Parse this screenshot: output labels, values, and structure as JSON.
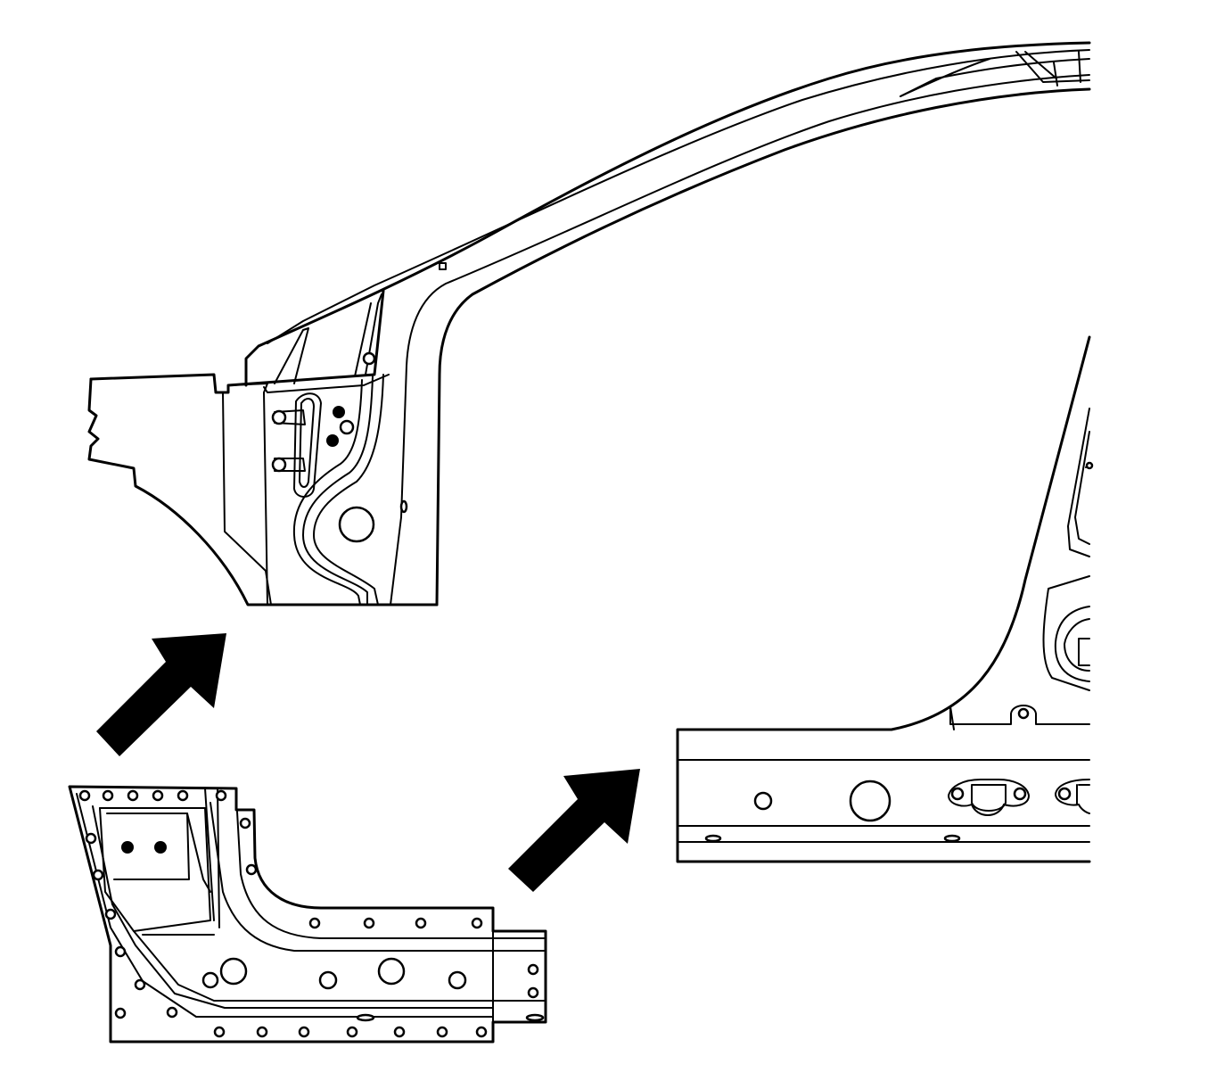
{
  "diagram": {
    "description_elements": [
      "upper-pillar-panel",
      "rocker-section-panel",
      "small-rocker-part",
      "arrow-up-left",
      "arrow-up-right"
    ],
    "colors": {
      "stroke": "#000000",
      "background": "#ffffff"
    }
  }
}
